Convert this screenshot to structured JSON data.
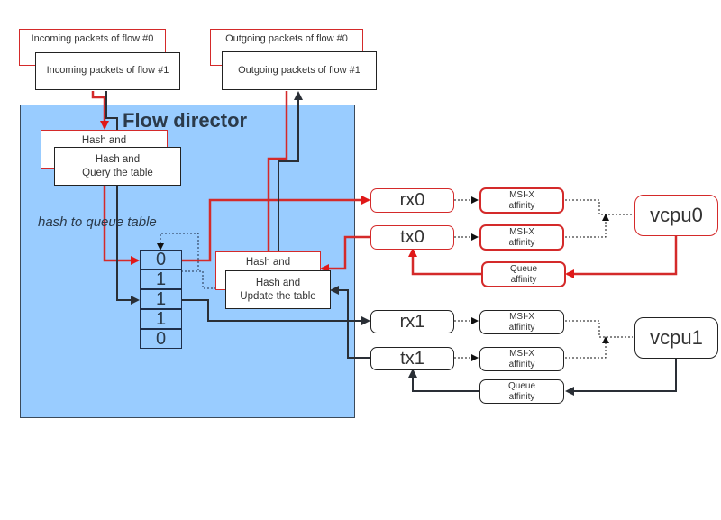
{
  "flows": {
    "incoming": [
      "Incoming packets of flow #0",
      "Incoming packets of flow #1"
    ],
    "outgoing": [
      "Outgoing packets of flow #0",
      "Outgoing packets of flow #1"
    ]
  },
  "flow_director": {
    "title": "Flow director",
    "query_boxes": [
      "Hash and",
      "Hash and\nQuery the table"
    ],
    "update_boxes": [
      "Hash and",
      "Hash and\nUpdate the table"
    ],
    "table_caption": "hash to queue table",
    "table_values": [
      "0",
      "1",
      "1",
      "1",
      "0"
    ]
  },
  "queues": [
    {
      "rx": "rx0",
      "tx": "tx0",
      "msix_rx": "MSI-X\naffinity",
      "msix_tx": "MSI-X\naffinity",
      "queue_affinity": "Queue\naffinity",
      "vcpu": "vcpu0",
      "color": "#d42a2a"
    },
    {
      "rx": "rx1",
      "tx": "tx1",
      "msix_rx": "MSI-X\naffinity",
      "msix_tx": "MSI-X\naffinity",
      "queue_affinity": "Queue\naffinity",
      "vcpu": "vcpu1",
      "color": "#2a2f36"
    }
  ],
  "colors": {
    "flow0": "#d42a2a",
    "flow1": "#2a2f36",
    "director_bg": "#99ccff"
  }
}
